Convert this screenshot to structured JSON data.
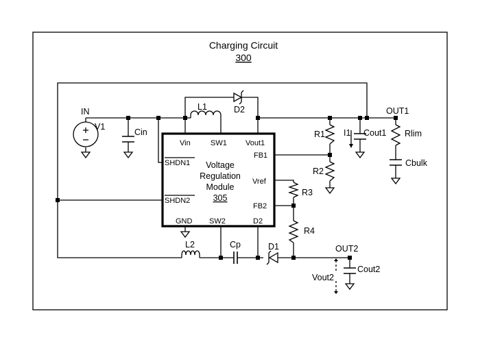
{
  "title": {
    "line1": "Charging Circuit",
    "line2": "300"
  },
  "module": {
    "line1": "Voltage",
    "line2": "Regulation",
    "line3": "Module",
    "line4": "305",
    "pins": {
      "vin": "Vin",
      "sw1": "SW1",
      "vout1": "Vout1",
      "shdn1": "SHDN1",
      "fb1": "FB1",
      "vref": "Vref",
      "shdn2": "SHDN2",
      "fb2": "FB2",
      "gnd": "GND",
      "sw2": "SW2",
      "d2": "D2"
    }
  },
  "labels": {
    "in": "IN",
    "v1": "V1",
    "cin": "Cin",
    "l1": "L1",
    "d2": "D2",
    "r1": "R1",
    "r2": "R2",
    "i1": "I1",
    "cout1": "Cout1",
    "out1": "OUT1",
    "rlim": "Rlim",
    "cbulk": "Cbulk",
    "r3": "R3",
    "r4": "R4",
    "l2": "L2",
    "cp": "Cp",
    "d1": "D1",
    "out2": "OUT2",
    "cout2": "Cout2",
    "vout2": "Vout2"
  }
}
